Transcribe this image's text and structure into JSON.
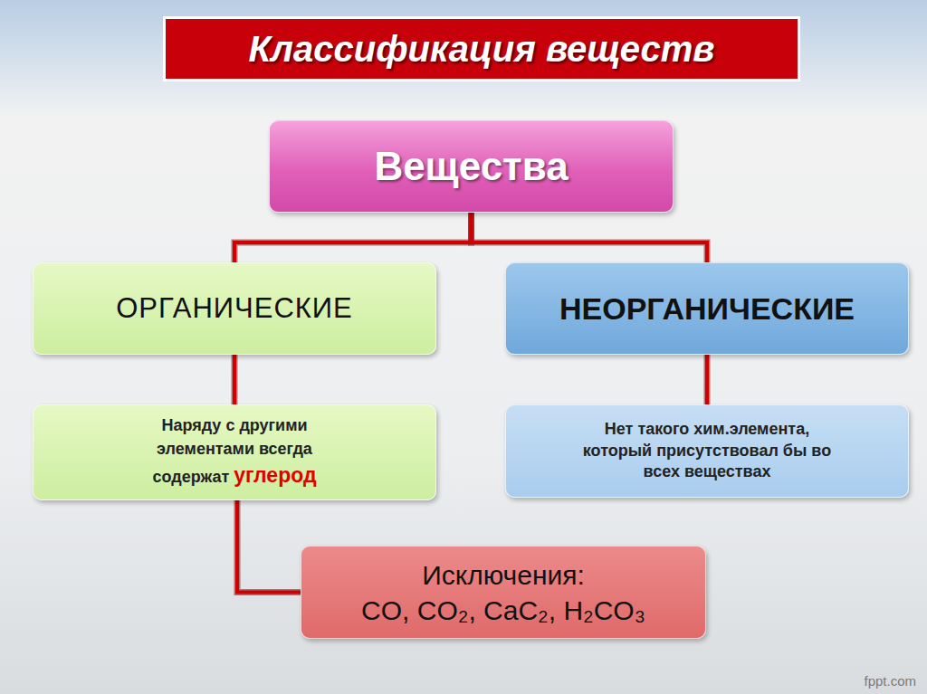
{
  "diagram": {
    "title": "Классификация веществ",
    "nodes": [
      {
        "text": [
          "Вещества"
        ]
      },
      {
        "text": [
          "ОРГАНИЧЕСКИЕ"
        ]
      },
      {
        "text": [
          "НЕОРГАНИЧЕСКИЕ"
        ]
      },
      {
        "text": [
          "Наряду с другими элементами всегда содержат",
          "углерод"
        ]
      },
      {
        "text": [
          "Нет такого хим.элемента, который присутствовал бы во всех веществах"
        ]
      },
      {
        "text": [
          "Исключения:",
          "CO,  CO₂, CaC₂, H₂CO₃"
        ]
      }
    ],
    "edges": [
      {
        "from": 0,
        "to": 1,
        "arrow": "none"
      },
      {
        "from": 0,
        "to": 2,
        "arrow": "none"
      },
      {
        "from": 1,
        "to": 3,
        "arrow": "none"
      },
      {
        "from": 2,
        "to": 4,
        "arrow": "none"
      },
      {
        "from": 3,
        "to": 5,
        "arrow": "none"
      }
    ],
    "labels": [
      "fppt.com"
    ]
  }
}
